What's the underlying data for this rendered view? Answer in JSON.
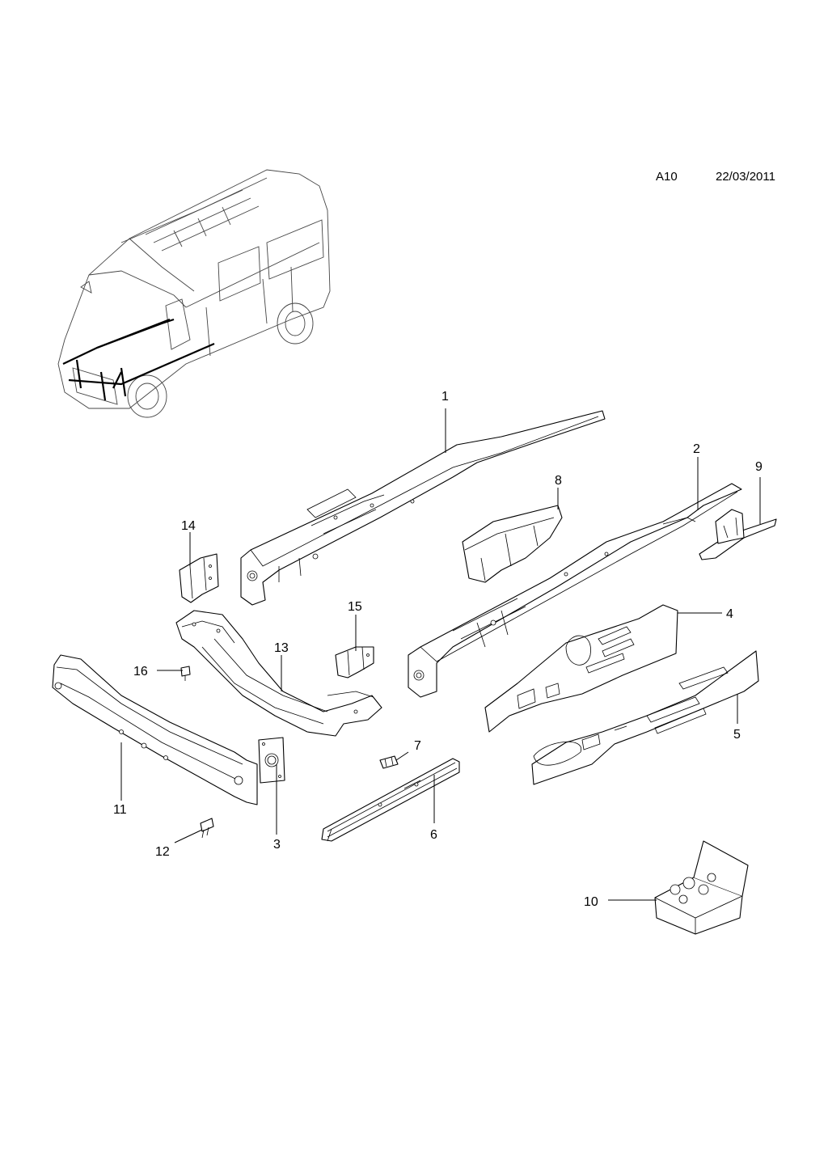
{
  "header": {
    "code": "A10",
    "date": "22/03/2011"
  },
  "callouts": [
    {
      "id": "1",
      "label": "1"
    },
    {
      "id": "2",
      "label": "2"
    },
    {
      "id": "3",
      "label": "3"
    },
    {
      "id": "4",
      "label": "4"
    },
    {
      "id": "5",
      "label": "5"
    },
    {
      "id": "6",
      "label": "6"
    },
    {
      "id": "7",
      "label": "7"
    },
    {
      "id": "8",
      "label": "8"
    },
    {
      "id": "9",
      "label": "9"
    },
    {
      "id": "10",
      "label": "10"
    },
    {
      "id": "11",
      "label": "11"
    },
    {
      "id": "12",
      "label": "12"
    },
    {
      "id": "13",
      "label": "13"
    },
    {
      "id": "14",
      "label": "14"
    },
    {
      "id": "15",
      "label": "15"
    },
    {
      "id": "16",
      "label": "16"
    }
  ]
}
